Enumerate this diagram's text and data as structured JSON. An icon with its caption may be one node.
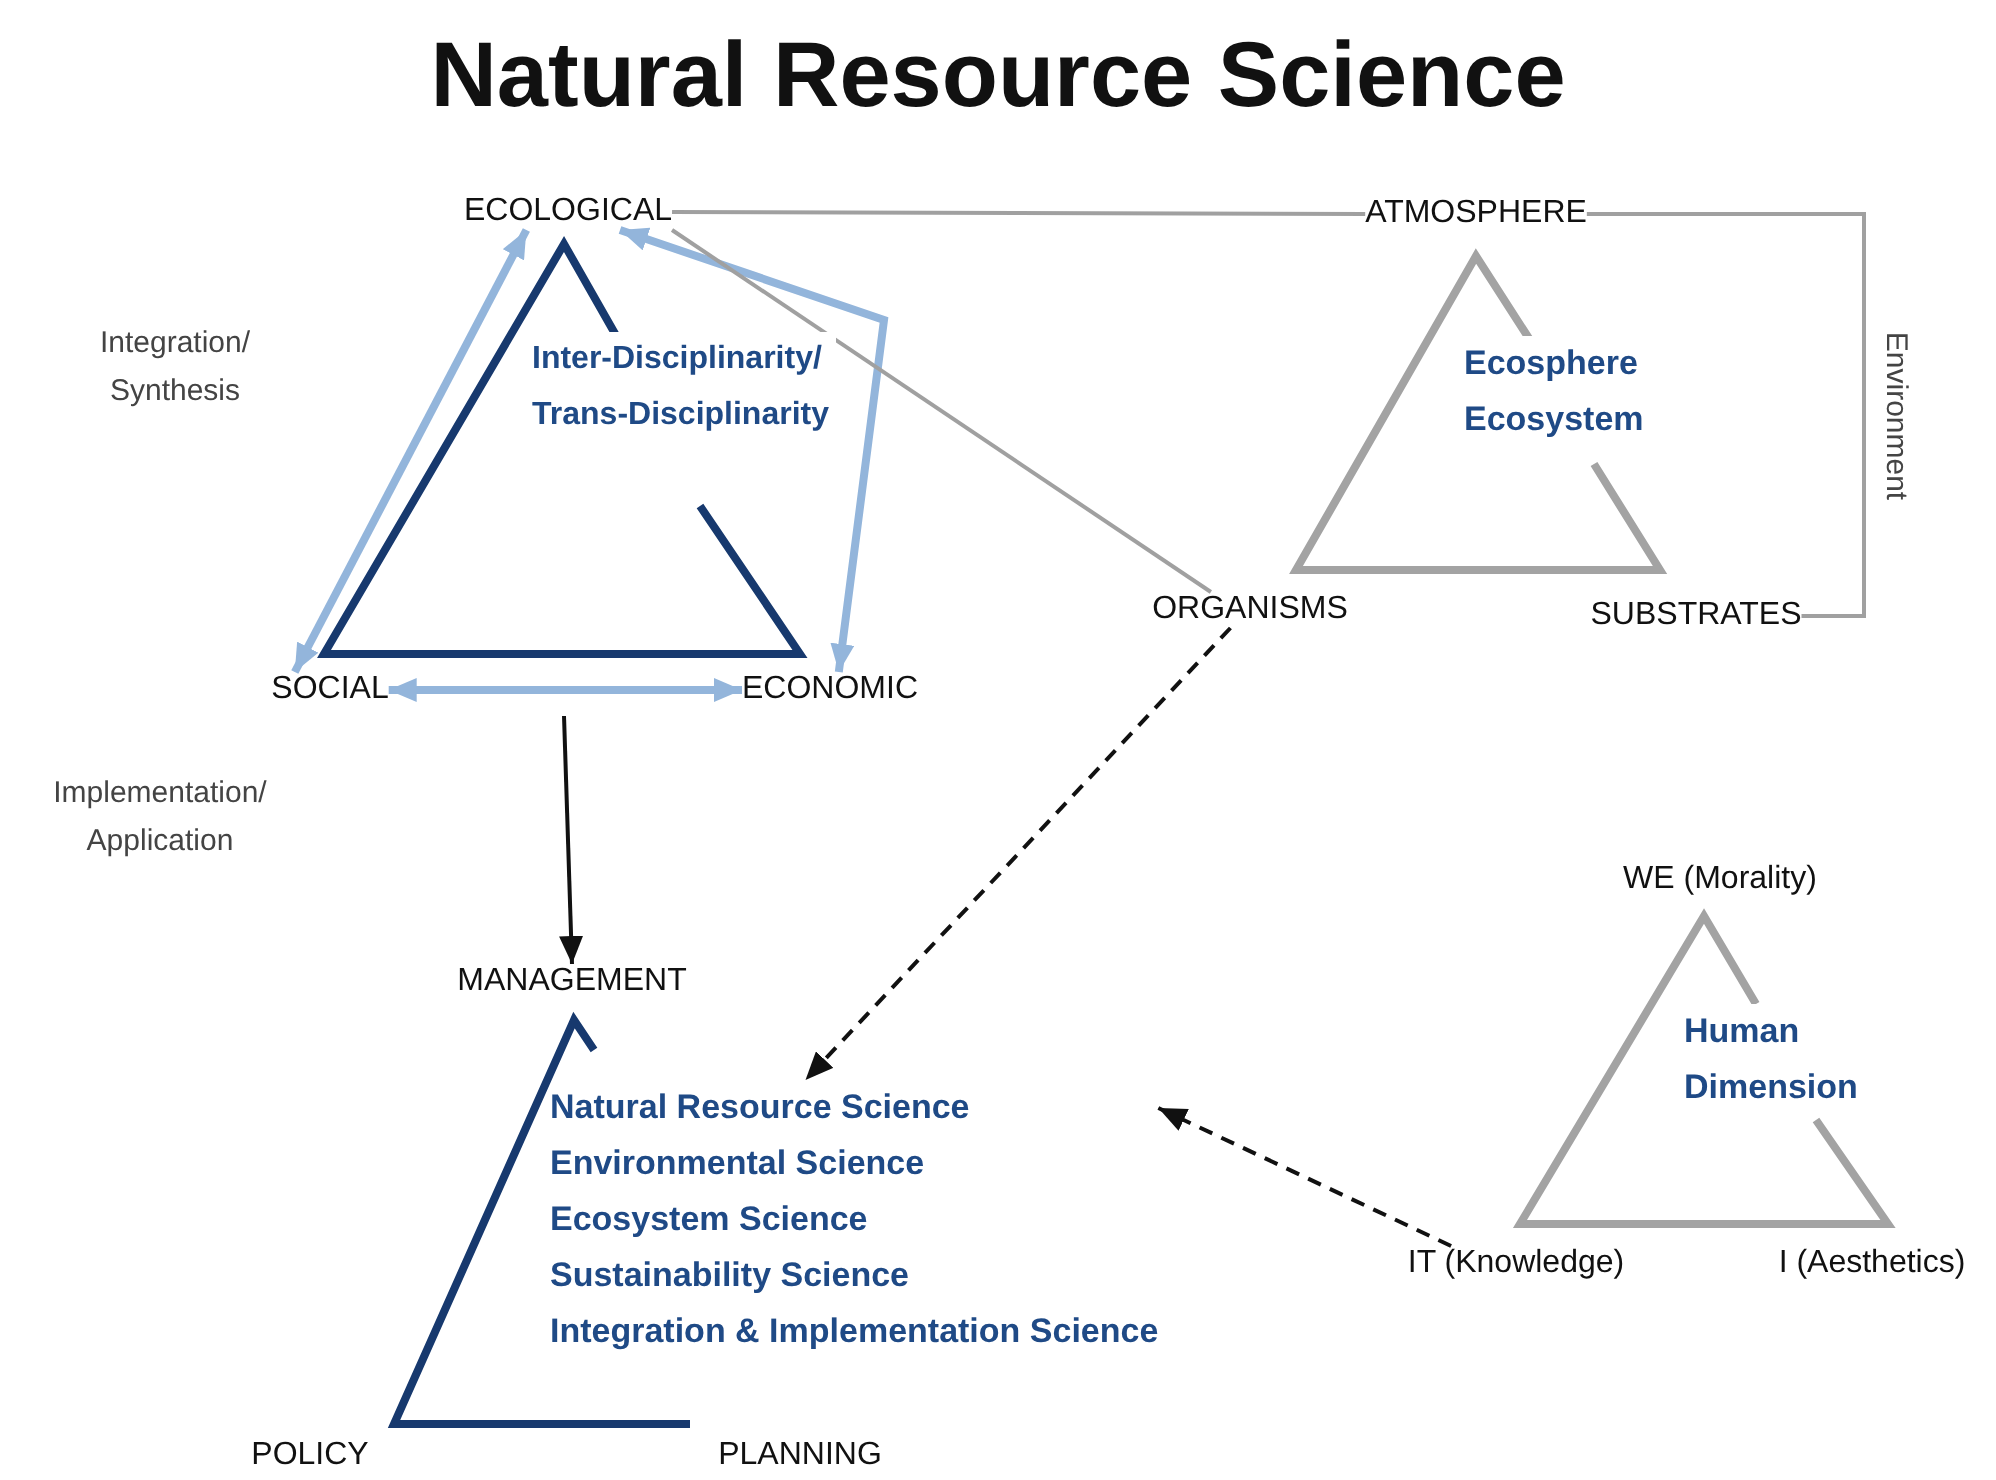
{
  "diagram": {
    "title": "Natural Resource Science",
    "nodes": [
      {
        "text": [
          "ECOLOGICAL"
        ]
      },
      {
        "text": [
          "SOCIAL"
        ]
      },
      {
        "text": [
          "ECONOMIC"
        ]
      },
      {
        "text": [
          "Inter-Disciplinarity/ Trans-Disciplinarity"
        ]
      },
      {
        "text": [
          "ATMOSPHERE"
        ]
      },
      {
        "text": [
          "ORGANISMS"
        ]
      },
      {
        "text": [
          "SUBSTRATES"
        ]
      },
      {
        "text": [
          "Ecosphere Ecosystem"
        ]
      },
      {
        "text": [
          "MANAGEMENT"
        ]
      },
      {
        "text": [
          "POLICY"
        ]
      },
      {
        "text": [
          "PLANNING"
        ]
      },
      {
        "text": [
          "Natural Resource Science",
          "Environmental Science",
          "Ecosystem Science",
          "Sustainability Science",
          "Integration & Implementation Science"
        ]
      },
      {
        "text": [
          "WE (Morality)"
        ]
      },
      {
        "text": [
          "IT (Knowledge)"
        ]
      },
      {
        "text": [
          "I (Aesthetics)"
        ]
      },
      {
        "text": [
          "Human Dimension"
        ]
      }
    ],
    "edges": [
      {
        "from": 1,
        "to": 0,
        "arrow": "both",
        "style": "thick",
        "color": "#93b5db"
      },
      {
        "from": 0,
        "to": 2,
        "arrow": "both",
        "style": "thick",
        "color": "#93b5db"
      },
      {
        "from": 1,
        "to": 2,
        "arrow": "both",
        "style": "thick",
        "color": "#93b5db"
      },
      {
        "from": 0,
        "to": 4,
        "arrow": "none",
        "color": "#a0a0a0"
      },
      {
        "from": 0,
        "to": 5,
        "arrow": "none",
        "color": "#a0a0a0"
      },
      {
        "from": 4,
        "to": 6,
        "arrow": "none",
        "color": "#a0a0a0",
        "label": "Environment"
      },
      {
        "from": null,
        "to": 8,
        "arrow": "to",
        "color": "#111111"
      },
      {
        "from": 5,
        "to": 11,
        "arrow": "to",
        "style": "dashed",
        "color": "#111111"
      },
      {
        "from": 13,
        "to": 11,
        "arrow": "to",
        "style": "dashed",
        "color": "#111111"
      }
    ],
    "labels": [
      "Integration/ Synthesis",
      "Implementation/ Application"
    ]
  }
}
